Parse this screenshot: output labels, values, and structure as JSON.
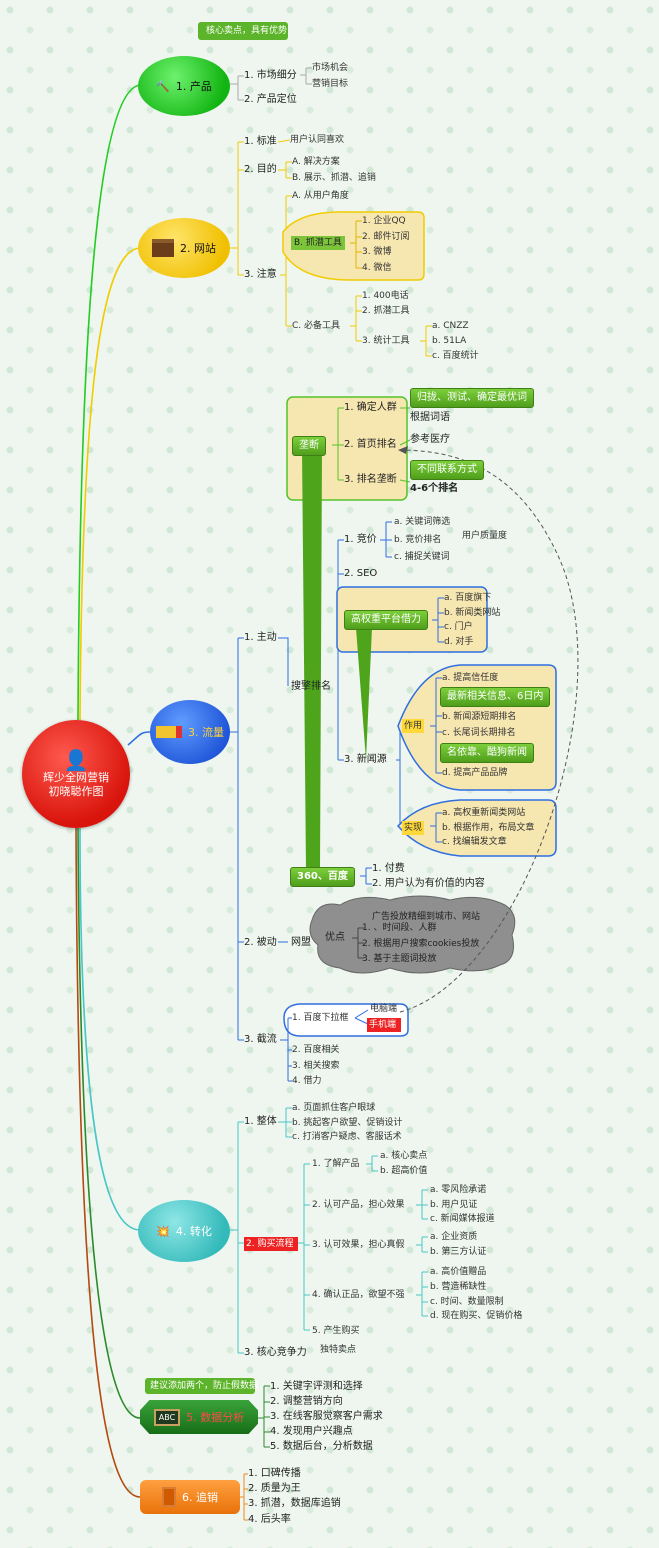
{
  "center": {
    "line1": "辉少全网营销",
    "line2": "初晓聪作图"
  },
  "colors": {
    "product": "#22cc22",
    "website": "#f0cc00",
    "traffic": "#2f6fe0",
    "convert": "#49c6c6",
    "data": "#2c8a2c",
    "retain": "#f08a1c"
  },
  "icons": {
    "product": "gavel-icon",
    "website": "desk-icon",
    "traffic": "truck-icon",
    "convert": "explosion-icon",
    "data": "abc-board-icon",
    "retain": "door-icon",
    "center": "person-icon"
  },
  "b1": {
    "label": "1. 产品",
    "callout": "核心卖点，具有优势",
    "c1": "1. 市场细分",
    "c1a": "市场机会",
    "c1b": "营销目标",
    "c2": "2. 产品定位"
  },
  "b2": {
    "label": "2. 网站",
    "c1": "1. 标准",
    "c1a": "用户认同喜欢",
    "c2": "2. 目的",
    "c2a": "A. 解决方案",
    "c2b": "B. 展示、抓潜、追销",
    "c3": "3. 注意",
    "c3a": "A. 从用户角度",
    "c3b": "B. 抓潜工具",
    "c3b1": "1. 企业QQ",
    "c3b2": "2. 邮件订阅",
    "c3b3": "3. 微博",
    "c3b4": "4. 微信",
    "c3c": "C. 必备工具",
    "c3c1": "1. 400电话",
    "c3c2": "2. 抓潜工具",
    "c3c3": "3. 统计工具",
    "c3c3a": "a. CNZZ",
    "c3c3b": "b. 51LA",
    "c3c3c": "c. 百度统计"
  },
  "b3": {
    "label": "3. 流量",
    "main": "1. 主动",
    "seo_rank": "搜擎排名",
    "monop": "垄断",
    "m1": "1. 确定人群",
    "m2": "2. 首页排名",
    "m3": "3. 排名垄断",
    "m1tag": "归拢、测试、确定最优词",
    "m1a": "根据词语",
    "m2a": "参考医疗",
    "m3tag": "不同联系方式",
    "m3a": "4-6个排名",
    "bid": "1. 竞价",
    "bida": "a. 关键词筛选",
    "bidb": "b. 竞价排名",
    "bidc": "c. 捕捉关键词",
    "bidb1": "用户质量度",
    "seo": "2. SEO",
    "hp": "高权重平台借力",
    "hpa": "a. 百度旗下",
    "hpb": "b. 新闻类网站",
    "hpc": "c. 门户",
    "hpd": "d. 对手",
    "news": "3. 新闻源",
    "use": "作用",
    "usea": "a. 提高信任度",
    "usetag": "最新相关信息、6日内",
    "useb": "b. 新闻源短期排名",
    "usec": "c. 长尾词长期排名",
    "usetag2": "名依靠、酷狗新闻",
    "used": "d. 提高产品品牌",
    "impl": "实现",
    "impla": "a. 高权重新闻类网站",
    "implb": "b. 根据作用，布局文章",
    "implc": "c. 找编辑发文章",
    "s360": "360、百度",
    "s360a": "1. 付费",
    "s360b": "2. 用户认为有价值的内容",
    "passive": "2. 被动",
    "union": "网盟",
    "pro": "优点",
    "pro0": "广告投放精细到城市、网站",
    "pro1": "1. 、时间段、人群",
    "pro2": "2. 根据用户搜索cookies投放",
    "pro3": "3. 基于主题词投放",
    "inter": "3. 截流",
    "i1": "1. 百度下拉框",
    "i1a": "电脑端",
    "i1b": "手机端",
    "i2": "2. 百度相关",
    "i3": "3. 相关搜索",
    "i4": "4. 借力"
  },
  "b4": {
    "label": "4. 转化",
    "c1": "1. 整体",
    "c1a": "a. 页面抓住客户眼球",
    "c1b": "b. 挑起客户欲望、促销设计",
    "c1c": "c. 打消客户疑虑、客服话术",
    "c2": "2. 购买流程",
    "p1": "1. 了解产品",
    "p1a": "a. 核心卖点",
    "p1b": "b. 超高价值",
    "p2": "2. 认可产品，担心效果",
    "p2a": "a. 零风险承诺",
    "p2b": "b. 用户见证",
    "p2c": "c. 新闻媒体报道",
    "p3": "3. 认可效果，担心真假",
    "p3a": "a. 企业资质",
    "p3b": "b. 第三方认证",
    "p4": "4. 确认正品，欲望不强",
    "p4a": "a. 高价值赠品",
    "p4b": "b. 营造稀缺性",
    "p4c": "c. 时间、数量限制",
    "p4d": "d. 现在购买、促销价格",
    "p5": "5. 产生购买",
    "c3": "3. 核心竞争力",
    "c3a": "独特卖点"
  },
  "b5": {
    "label": "5. 数据分析",
    "callout": "建议添加两个，防止假数据",
    "c1": "1. 关键字评测和选择",
    "c2": "2. 调整营销方向",
    "c3": "3. 在线客服觉察客户需求",
    "c4": "4. 发现用户兴趣点",
    "c5": "5. 数据后台，分析数据"
  },
  "b6": {
    "label": "6. 追销",
    "c1": "1. 口碑传播",
    "c2": "2. 质量为王",
    "c3": "3. 抓潜，数据库追销",
    "c4": "4. 后头率"
  }
}
